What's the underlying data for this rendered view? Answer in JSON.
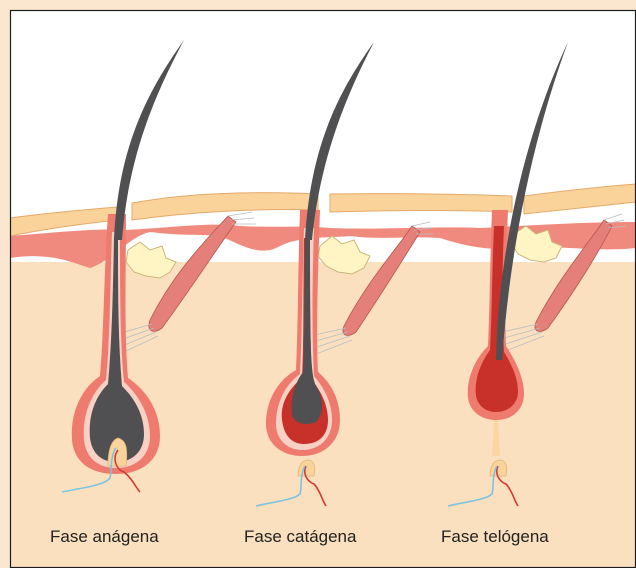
{
  "phases": [
    {
      "label": "Fase anágena"
    },
    {
      "label": "Fase catágena"
    },
    {
      "label": "Fase telógena"
    }
  ],
  "colors": {
    "page_background": "#fbe7cf",
    "dermis": "#fbe0bf",
    "epidermis": "#fad39b",
    "epidermis_pink_layer": "#f08a7e",
    "follicle_sheath": "#ef7b6e",
    "hair_shaft": "#505052",
    "club_hair_red": "#c8302a",
    "muscle": "#e47f7a",
    "sebaceous_gland": "#fff5c4",
    "nerve_blue": "#7cc5e0",
    "vessel_red": "#d53a32"
  }
}
